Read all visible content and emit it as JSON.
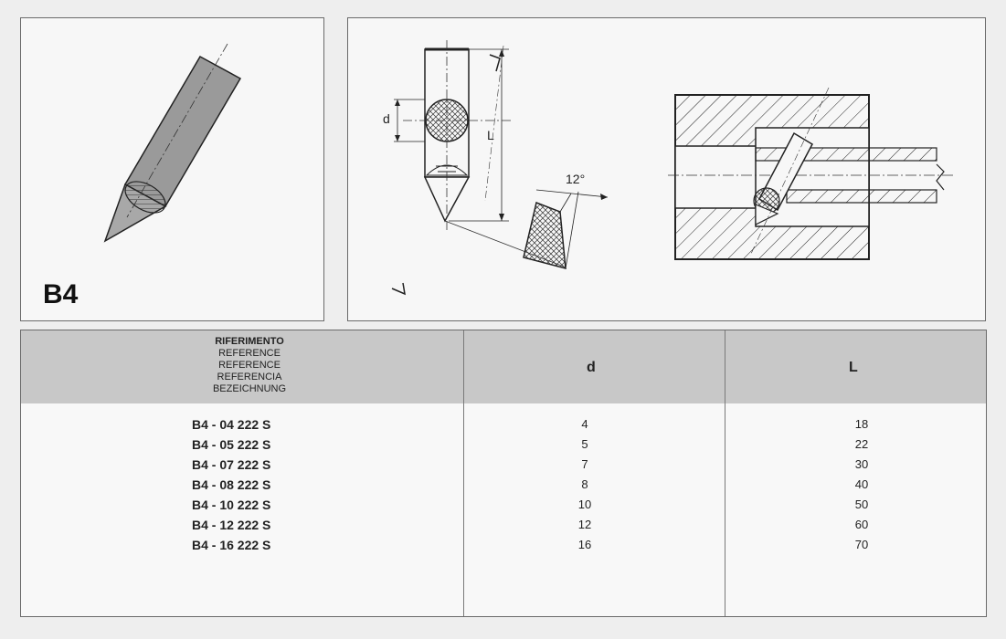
{
  "panel_left": {
    "code": "B4"
  },
  "drawing": {
    "dim_d": "d",
    "dim_L": "L",
    "angle": "12°"
  },
  "table": {
    "reference_header": [
      "RIFERIMENTO",
      "REFERENCE",
      "REFERENCE",
      "REFERENCIA",
      "BEZEICHNUNG"
    ],
    "col_d": "d",
    "col_L": "L",
    "rows": [
      {
        "ref": "B4 - 04  222 S",
        "d": "4",
        "L": "18"
      },
      {
        "ref": "B4 - 05  222 S",
        "d": "5",
        "L": "22"
      },
      {
        "ref": "B4 - 07  222 S",
        "d": "7",
        "L": "30"
      },
      {
        "ref": "B4 - 08  222 S",
        "d": "8",
        "L": "40"
      },
      {
        "ref": "B4 - 10  222 S",
        "d": "10",
        "L": "50"
      },
      {
        "ref": "B4 - 12  222 S",
        "d": "12",
        "L": "60"
      },
      {
        "ref": "B4 - 16  222 S",
        "d": "16",
        "L": "70"
      }
    ]
  }
}
